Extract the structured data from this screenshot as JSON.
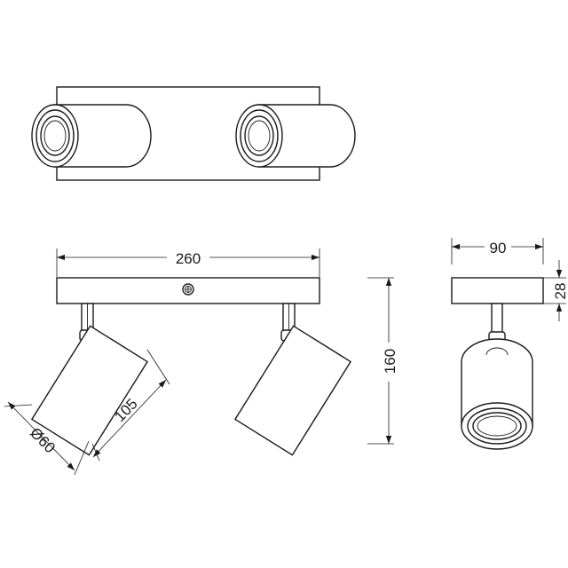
{
  "dimensions": {
    "width_bar": "260",
    "width_side": "90",
    "height_total": "160",
    "plate_thickness": "28",
    "shade_length": "105",
    "shade_diameter": "Ø60"
  }
}
